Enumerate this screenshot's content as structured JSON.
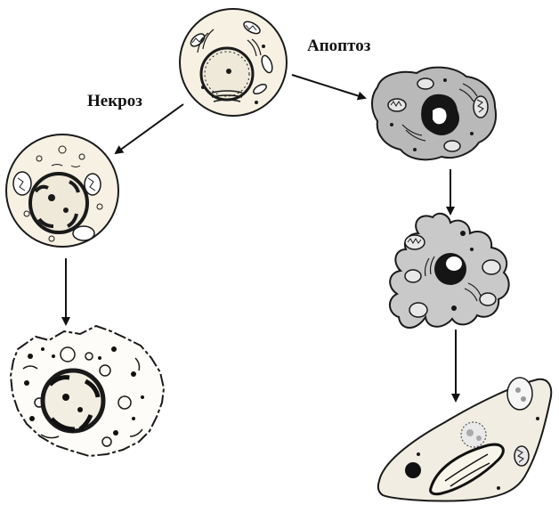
{
  "labels": {
    "necrosis": "Некроз",
    "apoptosis": "Апоптоз"
  },
  "colors": {
    "outline": "#1a1a1a",
    "normal_cell_fill": "#f6f1e3",
    "apoptotic_fill": "#b9b9b9",
    "blebbing_fill": "#c9c9c9",
    "late_fill": "#f1ede2",
    "nucleus_dark": "#151515"
  },
  "stages": [
    "normal-cell",
    "necrotic-swollen-cell",
    "necrotic-ruptured-cell",
    "apoptotic-condensed-cell",
    "apoptotic-blebbing-cell",
    "phagocyte-with-apoptotic-bodies"
  ]
}
